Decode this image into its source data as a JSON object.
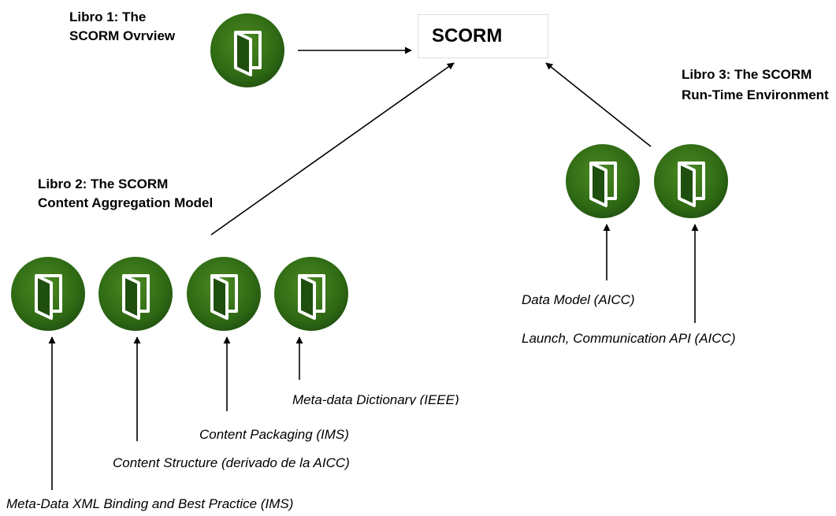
{
  "central_node": {
    "label": "SCORM"
  },
  "books": [
    {
      "label": "Libro 1: The SCORM Ovrview"
    },
    {
      "label": "Libro 2: The SCORM Content Aggregation Model"
    },
    {
      "label": "Libro 3: The SCORM Run-Time Environment"
    }
  ],
  "book_icon": "open-book-icon",
  "colors": {
    "icon_dark": "#1f4f0f",
    "icon_light": "#4d8a22",
    "icon_stroke": "#ffffff"
  },
  "captions": {
    "cam": [
      "Meta-Data XML Binding and Best Practice (IMS)",
      "Content Structure (derivado de la AICC)",
      "Content Packaging (IMS)",
      "Meta-data Dictionary (IEEE)"
    ],
    "rte": [
      "Data Model (AICC)",
      "Launch, Communication API (AICC)"
    ]
  }
}
